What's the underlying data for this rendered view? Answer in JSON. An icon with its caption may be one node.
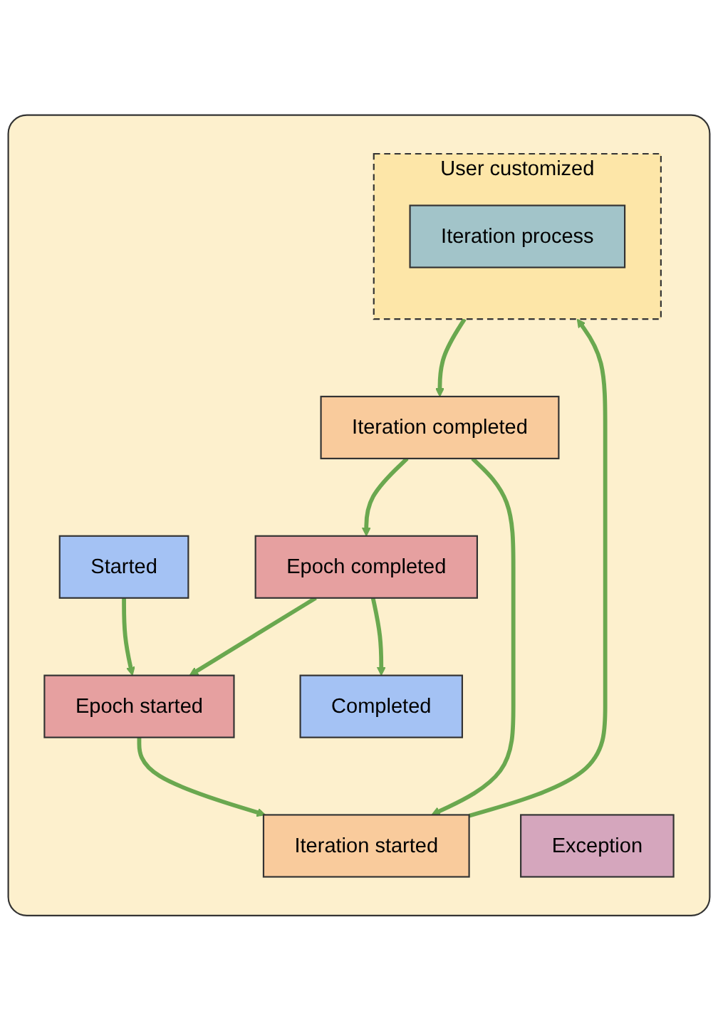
{
  "diagram": {
    "nodes": [
      {
        "text": [],
        "shape": "box"
      },
      {
        "text": [
          "Started"
        ],
        "in": 0
      },
      {
        "text": [
          "Epoch started"
        ],
        "in": 0
      },
      {
        "text": [
          "Iteration started"
        ],
        "in": 0
      },
      {
        "text": [
          "User customized"
        ],
        "in": 0
      },
      {
        "text": [
          "Iteration process"
        ],
        "in": 4
      },
      {
        "text": [
          "Iteration completed"
        ],
        "in": 0
      },
      {
        "text": [
          "Epoch completed"
        ],
        "in": 0
      },
      {
        "text": [
          "Completed"
        ],
        "in": 0
      },
      {
        "text": [
          "Exception"
        ],
        "in": 0
      }
    ],
    "edges": [
      {
        "from": 1,
        "to": 2,
        "arrow": "to"
      },
      {
        "from": 2,
        "to": 3,
        "arrow": "to"
      },
      {
        "from": 3,
        "to": 4,
        "arrow": "to"
      },
      {
        "from": 4,
        "to": 6,
        "arrow": "to"
      },
      {
        "from": 6,
        "to": 7,
        "arrow": "to"
      },
      {
        "from": 7,
        "to": 8,
        "arrow": "to"
      },
      {
        "from": 6,
        "to": 3,
        "arrow": "to"
      },
      {
        "from": 7,
        "to": 2,
        "arrow": "to"
      }
    ]
  }
}
